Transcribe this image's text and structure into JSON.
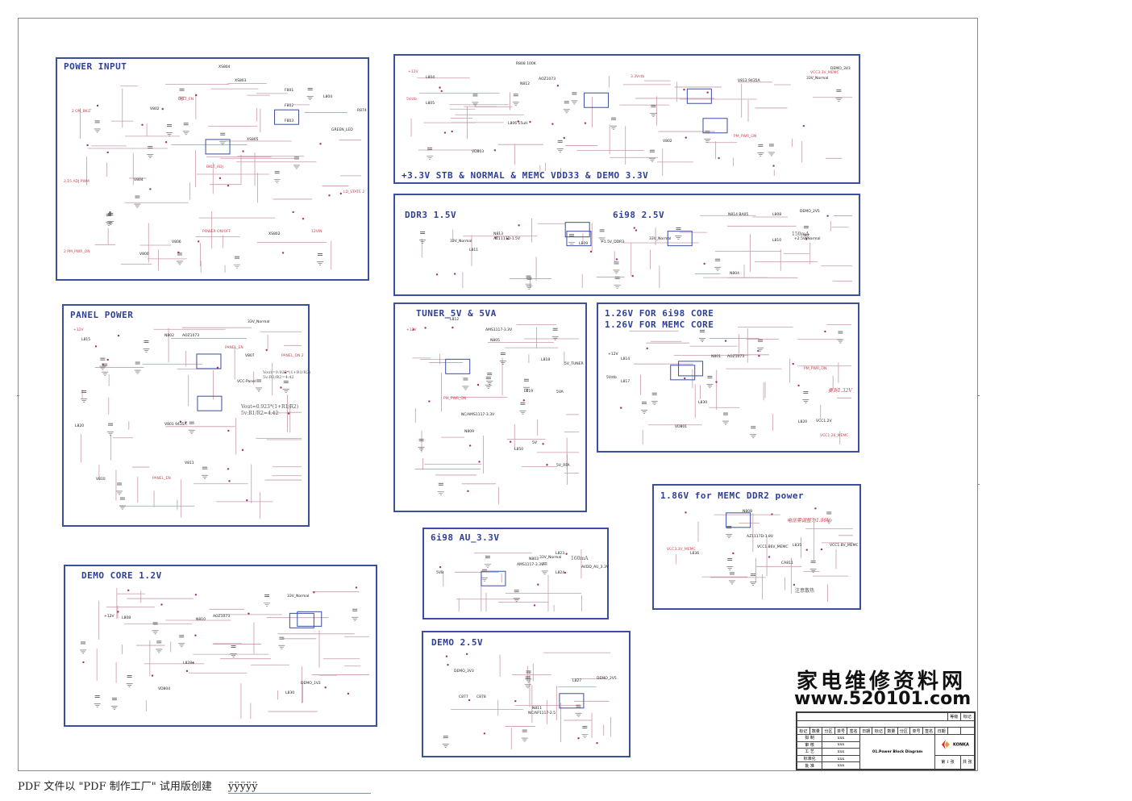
{
  "blocks": {
    "power_input": {
      "title": "POWER INPUT",
      "nets": [
        "2 ON_BKLT",
        "2,15 ADJ PWM",
        "2 PM_PWR_ON",
        "BKLT_EN",
        "BKLT_ADJ",
        "LD_STATE 2",
        "POWER ON/OFF",
        "12VIN",
        "GREEN_LED"
      ],
      "parts": [
        "XS804",
        "XS803",
        "XS805",
        "XS802",
        "F801",
        "F802",
        "F803",
        "L804",
        "V802",
        "V804",
        "V806",
        "V800",
        "R874"
      ]
    },
    "stb33": {
      "title": "+3.3V STB & NORMAL & MEMC VDD33 & DEMO 3.3V",
      "nets": [
        "+12V",
        "5Vstb",
        "3.3Vstb",
        "VCC3.3V_MEMC",
        "DEMO_3V3",
        "33V_Normal",
        "PM_PWR_ON"
      ],
      "parts": [
        "N812",
        "AOZ1073",
        "L804",
        "L805",
        "L806 15uH",
        "V813 9435A",
        "VD803",
        "R808 100K",
        "V802"
      ]
    },
    "ddr3": {
      "title": "DDR3 1.5V",
      "nets": [
        "33V_Normal",
        "+1.5V_DDR3"
      ],
      "parts": [
        "N813",
        "AZ1117D-1.5V",
        "L811",
        "L809"
      ]
    },
    "s6i98_25": {
      "title": "6i98 2.5V",
      "nets": [
        "33V_Normal",
        "DEMO_2V5",
        "+2.5V_Normal"
      ],
      "note": "150mA",
      "parts": [
        "N814 BA05",
        "L808",
        "L810",
        "N804"
      ]
    },
    "panel": {
      "title": "PANEL POWER",
      "nets": [
        "+12V",
        "PANEL_EN",
        "PANEL_ON 2",
        "VCC-Panel",
        "33V_Normal"
      ],
      "parts": [
        "N802",
        "AOZ1073",
        "L815",
        "L820",
        "V801 9435A",
        "V811",
        "V810",
        "V807"
      ],
      "formula1": "Vout=0.923*(1+R1/R2)",
      "formula2": "5v:R1/R2=4.42",
      "formula3": "Vout=0.923*(1+R1/R2)",
      "formula4": "5v:R1/R2=4.42"
    },
    "tuner": {
      "title": "TUNER_5V & 5VA",
      "nets": [
        "+12V",
        "PM_PWR_ON",
        "5V_TUNER",
        "5VA",
        "5V",
        "5V_RFA"
      ],
      "parts": [
        "N805",
        "AMS1117-3.3V",
        "L812",
        "L818",
        "L819",
        "L850",
        "N809",
        "NC/AMS1117-3.3V"
      ]
    },
    "core126": {
      "title1": "1.26V FOR 6i98 CORE",
      "title2": "1.26V FOR MEMC CORE",
      "nets": [
        "+12V",
        "5Vstb",
        "PM_PWR_ON",
        "VCC1.2V",
        "VCC1.26_MEMC"
      ],
      "rednote": "要到1.32V",
      "parts": [
        "N801",
        "AOZ1073",
        "L814",
        "L817",
        "L830",
        "VD801",
        "L820"
      ]
    },
    "memc186": {
      "title": "1.86V for MEMC DDR2 power",
      "rednote": "电压需调整为1.86V",
      "note": "注意散热",
      "nets": [
        "VCC3.3V_MEMC",
        "VCC1.86V_MEMC",
        "VCC1.8V_MEMC"
      ],
      "parts": [
        "N808",
        "AZ1117D-1.8V",
        "L836",
        "L835",
        "CA811"
      ]
    },
    "au33": {
      "title": "6i98 AU_3.3V",
      "note": "160mA",
      "nets": [
        "5VB",
        "33V_Normal",
        "AVDD_AU_3.3V"
      ],
      "parts": [
        "N803",
        "AMS1117-3.3V",
        "L823",
        "L824"
      ]
    },
    "demo12": {
      "title": "DEMO CORE 1.2V",
      "nets": [
        "+12V",
        "33V_Normal",
        "DEMO_1V2"
      ],
      "parts": [
        "N810",
        "AOZ1073",
        "L808",
        "L828",
        "VD804",
        "L830"
      ]
    },
    "demo25": {
      "title": "DEMO 2.5V",
      "nets": [
        "DEMO_3V3",
        "DEMO_2V5"
      ],
      "parts": [
        "N811",
        "NC/AP1117-2.5",
        "L827",
        "C877",
        "C878"
      ]
    }
  },
  "watermark": {
    "cn": "家电维修资料网",
    "url": "www.520101.com"
  },
  "title_block": {
    "row0": [
      "等级",
      "标记"
    ],
    "header": [
      "标记",
      "数量",
      "分区",
      "单号",
      "签名",
      "日期",
      "标记",
      "数量",
      "分区",
      "单号",
      "签名",
      "日期"
    ],
    "roles": [
      "拟 制",
      "审 核",
      "工 艺",
      "标准化",
      "批 准"
    ],
    "role_values": [
      "xxx",
      "xxx",
      "xxx",
      "xxx",
      "xxx"
    ],
    "drawing_title": "01.Power Block Diagram",
    "company": "KONKA",
    "sheet": "第 1 张",
    "total": "共 张"
  },
  "colors": {
    "frame": "#3a4fa0",
    "wire": "#c89aa8",
    "net": "#d04050",
    "logo_red": "#e02020",
    "logo_gold": "#d8a040"
  },
  "footer": {
    "text": "PDF 文件以 \"PDF 制作工厂\" 试用版创建",
    "mark": "ÿÿÿÿÿ"
  }
}
